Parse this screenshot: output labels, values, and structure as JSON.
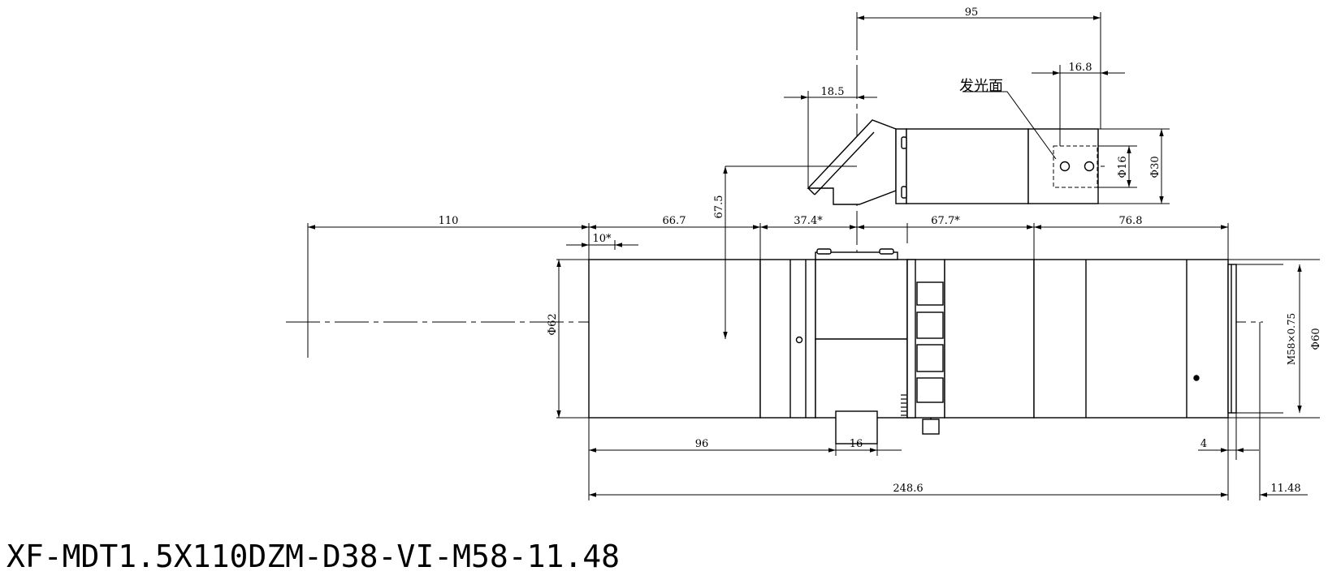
{
  "title": "XF-MDT1.5X110DZM-D38-VI-M58-11.48",
  "callout_label": "发光面",
  "dimensions": {
    "top_width": "95",
    "side_offset": "16.8",
    "prism_offset": "18.5",
    "side_height": "67.5",
    "side_dia_16": "Φ16",
    "side_dia_30": "Φ30",
    "working_distance": "110",
    "front_barrel": "66.7",
    "front_step": "10*",
    "mid_section": "37.4*",
    "zoom_section": "67.7*",
    "rear_section": "76.8",
    "front_dia": "Φ62",
    "thread": "M58×0.75",
    "rear_dia": "Φ60",
    "to_knob": "96",
    "knob_width": "16",
    "flange": "4",
    "total_length": "248.6",
    "back_focus": "11.48"
  }
}
